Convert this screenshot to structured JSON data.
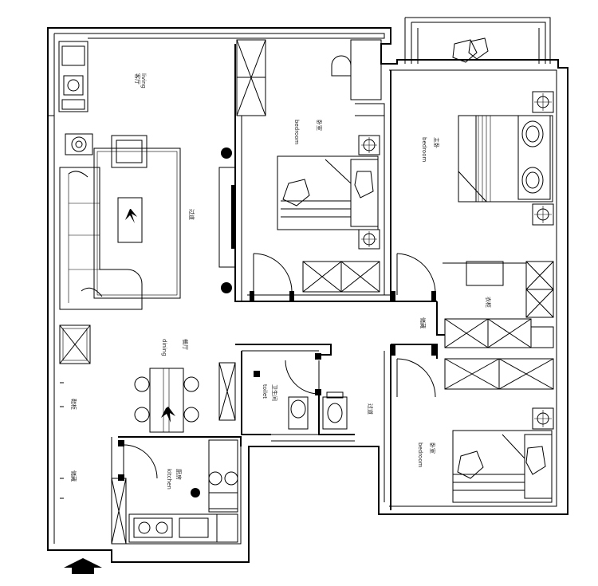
{
  "plan": {
    "room_labels": {
      "living": "客厅",
      "living_sub": "living",
      "bedroom2": "卧室",
      "bedroom2_sub": "bedroom",
      "master": "主卧",
      "master_sub": "bedroom",
      "dining": "餐厅",
      "dining_sub": "dining",
      "bath": "卫生间",
      "bath_sub": "toilet",
      "kitchen": "厨房",
      "kitchen_sub": "kitchen",
      "bedroom3": "卧室",
      "bedroom3_sub": "bedroom",
      "corridor": "过道",
      "wardrobe": "衣柜",
      "cabinet": "鞋柜",
      "storage": "储藏"
    },
    "entrance_marker": "entrance-arrow"
  }
}
